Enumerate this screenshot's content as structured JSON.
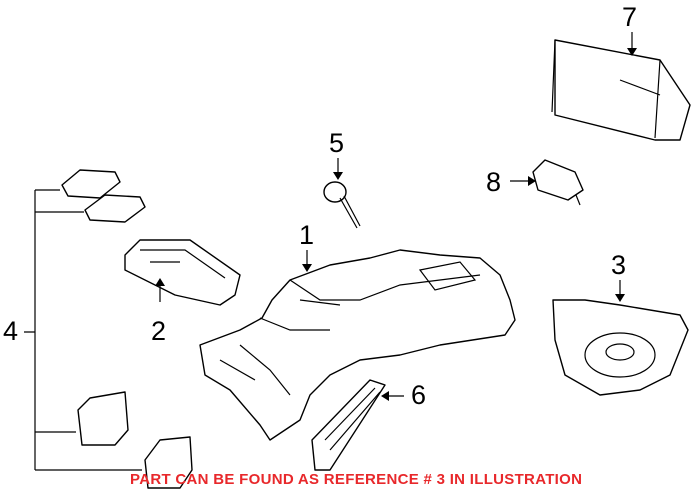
{
  "callouts": {
    "c1": "1",
    "c2": "2",
    "c3": "3",
    "c4": "4",
    "c5": "5",
    "c6": "6",
    "c7": "7",
    "c8": "8"
  },
  "note": "PART CAN BE FOUND AS REFERENCE # 3 IN ILLUSTRATION",
  "colors": {
    "note": "#e8282b",
    "line": "#000000"
  }
}
